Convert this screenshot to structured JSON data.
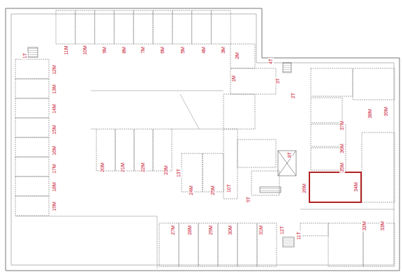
{
  "diagram": {
    "labels": [
      "1T",
      "11M",
      "10M",
      "9M",
      "8M",
      "7M",
      "6M",
      "5M",
      "4M",
      "3M",
      "2M",
      "4T",
      "1M",
      "3T",
      "2T",
      "12M",
      "13M",
      "14M",
      "15M",
      "16M",
      "17M",
      "18M",
      "19M",
      "20M",
      "21M",
      "22M",
      "23M",
      "13T",
      "24M",
      "25M",
      "10T",
      "9T",
      "8T",
      "26M",
      "38M",
      "39M",
      "37M",
      "36M",
      "35M",
      "34M",
      "27M",
      "28M",
      "29M",
      "30M",
      "31M",
      "11T",
      "12T",
      "32M",
      "33M"
    ]
  }
}
